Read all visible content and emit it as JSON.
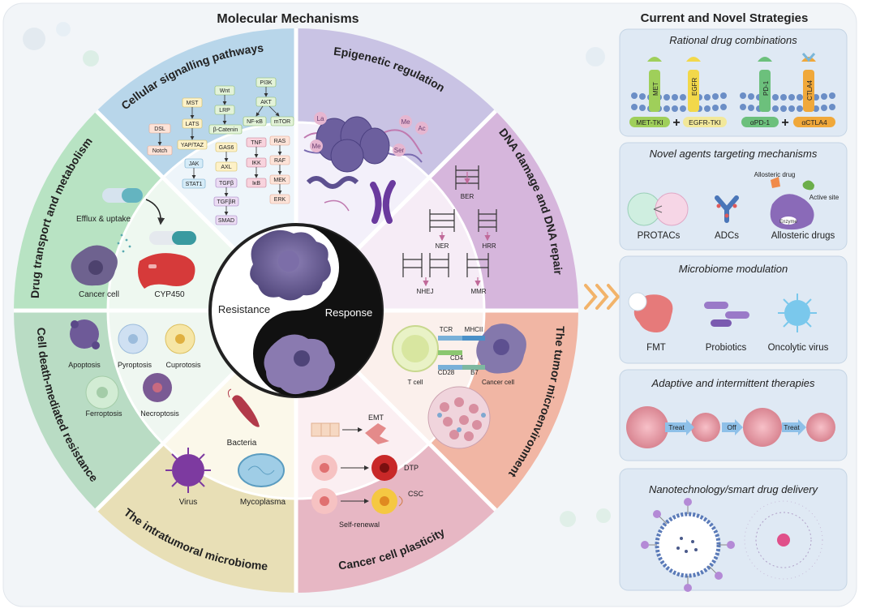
{
  "left_title": "Molecular Mechanisms",
  "right_title": "Current and Novel Strategies",
  "center": {
    "resistance": "Resistance",
    "response": "Response"
  },
  "sectors": {
    "cellular_signalling": "Cellular signalling pathways",
    "epigenetic": "Epigenetic regulation",
    "dna_damage": "DNA damage and DNA repair",
    "tumor_micro": "The tumor microenvironment",
    "plasticity": "Cancer cell plasticity",
    "microbiome": "The intratumoral microbiome",
    "cell_death": "Cell death-mediated resistance",
    "drug_transport": "Drug transport and metabolism"
  },
  "signalling": {
    "dsl": "DSL",
    "notch": "Notch",
    "mst": "MST",
    "lats": "LATS",
    "yap": "YAP/TAZ",
    "jak": "JAK",
    "stat1": "STAT1",
    "wnt": "Wnt",
    "lrp": "LRP",
    "bcat": "β-Catenin",
    "gas6": "GAS6",
    "axl": "AXL",
    "tgfb": "TGFβ",
    "tgfbr": "TGFβR",
    "smad": "SMAD",
    "pi3k": "PI3K",
    "akt": "AKT",
    "nfkb": "NF-κB",
    "mtor": "mTOR",
    "tnf": "TNF",
    "ikk": "IKK",
    "ikb": "IκB",
    "ras": "RAS",
    "raf": "RAF",
    "mek": "MEK",
    "erk": "ERK"
  },
  "epigenetic_marks": {
    "la": "La",
    "me1": "Me",
    "me2": "Me",
    "ac": "Ac",
    "ser": "Ser"
  },
  "dna_repair": {
    "ber": "BER",
    "ner": "NER",
    "hrr": "HRR",
    "nhej": "NHEJ",
    "mmr": "MMR"
  },
  "tme": {
    "tcr": "TCR",
    "mhc": "MHCII",
    "cd4": "CD4",
    "cd28": "CD28",
    "b7": "B7",
    "tcell": "T cell",
    "cancer": "Cancer cell"
  },
  "plasticity": {
    "emt": "EMT",
    "dtp": "DTP",
    "csc": "CSC",
    "self_renewal": "Self-renewal"
  },
  "microbiome": {
    "bacteria": "Bacteria",
    "virus": "Virus",
    "mycoplasma": "Mycoplasma"
  },
  "cell_death": {
    "apoptosis": "Apoptosis",
    "pyroptosis": "Pyroptosis",
    "cuprotosis": "Cuprotosis",
    "ferroptosis": "Ferroptosis",
    "necroptosis": "Necroptosis"
  },
  "drug_transport": {
    "efflux": "Efflux & uptake",
    "cancer_cell": "Cancer cell",
    "cyp": "CYP450"
  },
  "panels": {
    "p1": {
      "title": "Rational drug combinations",
      "met": "MET",
      "egfr": "EGFR",
      "pd1": "PD-1",
      "ctla4": "CTLA4",
      "met_tki": "MET-TKI",
      "egfr_tki": "EGFR-TKI",
      "apd1": "αPD-1",
      "actla4": "αCTLA4",
      "plus": "+"
    },
    "p2": {
      "title": "Novel agents targeting mechanisms",
      "allosteric_drug": "Allosteric drug",
      "active_site": "Active site",
      "enzyme": "Enzyme",
      "protacs": "PROTACs",
      "adcs": "ADCs",
      "allosteric_drugs": "Allosteric drugs"
    },
    "p3": {
      "title": "Microbiome modulation",
      "fmt": "FMT",
      "probiotics": "Probiotics",
      "oncolytic": "Oncolytic virus"
    },
    "p4": {
      "title": "Adaptive and intermittent therapies",
      "treat1": "Treat",
      "off": "Off",
      "treat2": "Treat"
    },
    "p5": {
      "title": "Nanotechnology/smart drug delivery"
    }
  }
}
